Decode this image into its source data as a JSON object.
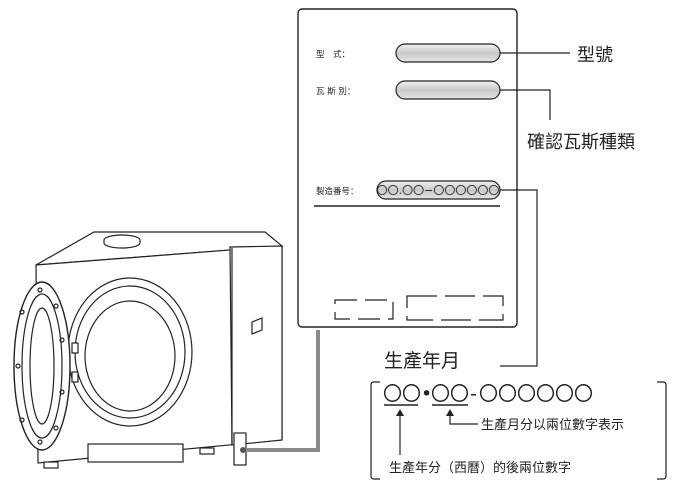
{
  "plate": {
    "model_label": "型　式：",
    "gas_label": "瓦 斯 別：",
    "serial_label": "製造番号：",
    "serial_value": "〇〇.〇〇−〇〇〇〇〇〇"
  },
  "callouts": {
    "model": "型號",
    "gas_type": "確認瓦斯種類",
    "production_date": "生產年月"
  },
  "format": {
    "year_digits": "〇〇",
    "dot": "•",
    "month_digits": "〇〇",
    "dash": "-",
    "serial_digits": "〇〇〇〇〇〇",
    "month_note": "生產月分以兩位數字表示",
    "year_note": "生產年分（西曆）的後兩位數字"
  },
  "colors": {
    "stroke": "#222222",
    "cable": "#8a8a8a",
    "field_fill": "#dcdcdc"
  }
}
